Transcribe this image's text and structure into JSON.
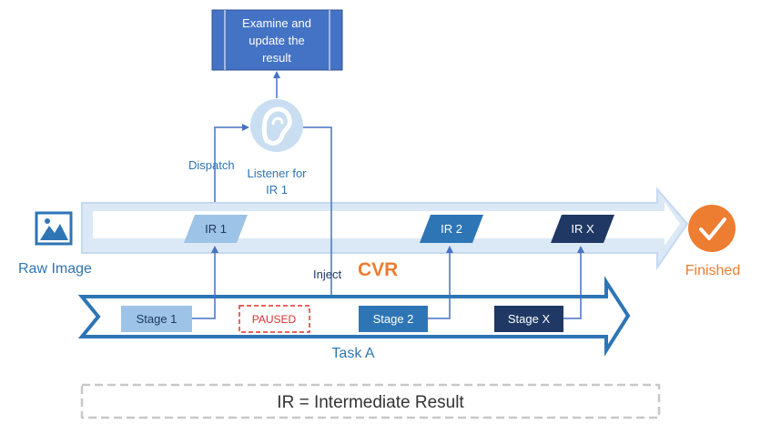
{
  "examine_box": {
    "line1": "Examine and",
    "line2": "update the",
    "line3": "result"
  },
  "listener": {
    "line1": "Listener for",
    "line2": "IR 1"
  },
  "dispatch_label": "Dispatch",
  "inject_label": "Inject",
  "raw_image_label": "Raw Image",
  "cvr_label": "CVR",
  "finished_label": "Finished",
  "task_label": "Task A",
  "ir_labels": {
    "ir1": "IR 1",
    "ir2": "IR 2",
    "irx": "IR X"
  },
  "stages": {
    "stage1": "Stage 1",
    "paused": "PAUSED",
    "stage2": "Stage 2",
    "stagex": "Stage X"
  },
  "legend": "IR = Intermediate Result",
  "colors": {
    "dark_blue": "#2e5597",
    "mid_blue": "#2e75b6",
    "light_blue": "#9dc3e6",
    "pale_blue": "#c5d9f1",
    "navy": "#1f3864",
    "orange": "#ed7d31",
    "red": "#e03030",
    "gray": "#c8c8c8",
    "arrow_blue": "#4472c4",
    "icon_blue": "#4472c4"
  }
}
